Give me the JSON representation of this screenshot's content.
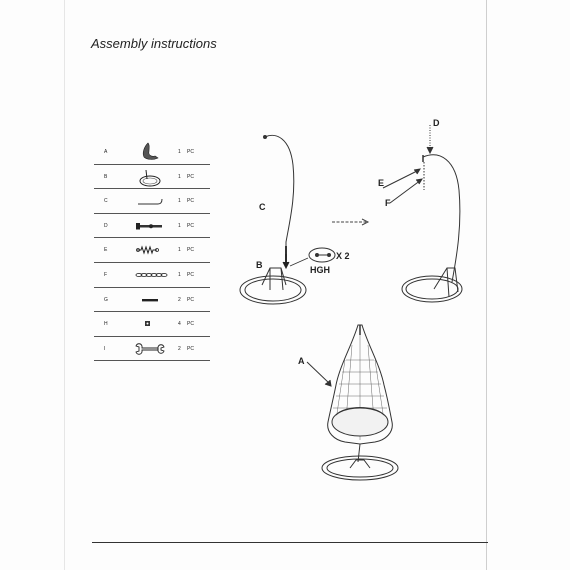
{
  "title": "Assembly instructions",
  "parts": [
    {
      "letter": "A",
      "qty": "1",
      "unit": "PC",
      "icon": "seat-icon"
    },
    {
      "letter": "B",
      "qty": "1",
      "unit": "PC",
      "icon": "base-icon"
    },
    {
      "letter": "C",
      "qty": "1",
      "unit": "PC",
      "icon": "pole-icon"
    },
    {
      "letter": "D",
      "qty": "1",
      "unit": "PC",
      "icon": "bolt-icon"
    },
    {
      "letter": "E",
      "qty": "1",
      "unit": "PC",
      "icon": "spring-icon"
    },
    {
      "letter": "F",
      "qty": "1",
      "unit": "PC",
      "icon": "chain-icon"
    },
    {
      "letter": "G",
      "qty": "2",
      "unit": "PC",
      "icon": "pin-icon"
    },
    {
      "letter": "H",
      "qty": "4",
      "unit": "PC",
      "icon": "nut-icon"
    },
    {
      "letter": "I",
      "qty": "2",
      "unit": "PC",
      "icon": "wrench-icon"
    }
  ],
  "diagram": {
    "step1": {
      "pole_label": "C",
      "base_label": "B",
      "hardware_label": "HGH",
      "hardware_count": "X 2"
    },
    "step2": {
      "bolt_label": "D",
      "spring_label": "E",
      "chain_label": "F"
    },
    "step3": {
      "seat_label": "A"
    }
  },
  "colors": {
    "ink": "#222222",
    "paper": "#fdfdfd"
  }
}
